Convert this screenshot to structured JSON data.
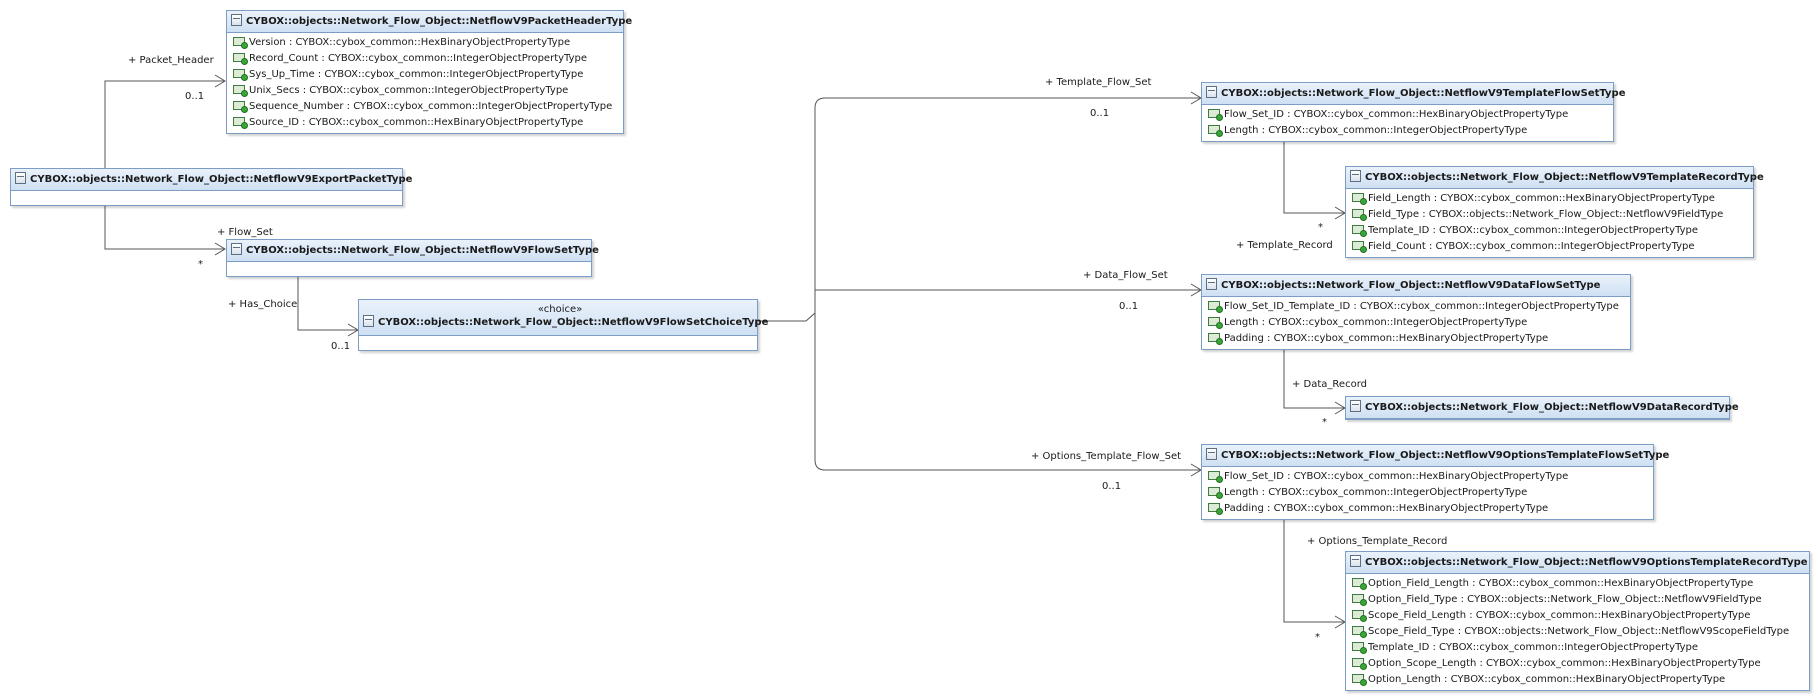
{
  "colors": {
    "header_top": "#eaf2fb",
    "header_bottom": "#cfe0f3",
    "border": "#7c9ec4",
    "line": "#555555"
  },
  "classes": {
    "packet_header": {
      "name": "CYBOX::objects::Network_Flow_Object::NetflowV9PacketHeaderType",
      "attributes": [
        "Version : CYBOX::cybox_common::HexBinaryObjectPropertyType",
        "Record_Count : CYBOX::cybox_common::IntegerObjectPropertyType",
        "Sys_Up_Time : CYBOX::cybox_common::IntegerObjectPropertyType",
        "Unix_Secs : CYBOX::cybox_common::IntegerObjectPropertyType",
        "Sequence_Number : CYBOX::cybox_common::IntegerObjectPropertyType",
        "Source_ID : CYBOX::cybox_common::HexBinaryObjectPropertyType"
      ]
    },
    "export_packet": {
      "name": "CYBOX::objects::Network_Flow_Object::NetflowV9ExportPacketType"
    },
    "flow_set": {
      "name": "CYBOX::objects::Network_Flow_Object::NetflowV9FlowSetType"
    },
    "flow_set_choice": {
      "stereotype": "«choice»",
      "name": "CYBOX::objects::Network_Flow_Object::NetflowV9FlowSetChoiceType"
    },
    "template_flow_set": {
      "name": "CYBOX::objects::Network_Flow_Object::NetflowV9TemplateFlowSetType",
      "attributes": [
        "Flow_Set_ID : CYBOX::cybox_common::HexBinaryObjectPropertyType",
        "Length : CYBOX::cybox_common::IntegerObjectPropertyType"
      ]
    },
    "template_record": {
      "name": "CYBOX::objects::Network_Flow_Object::NetflowV9TemplateRecordType",
      "attributes": [
        "Field_Length : CYBOX::cybox_common::HexBinaryObjectPropertyType",
        "Field_Type : CYBOX::objects::Network_Flow_Object::NetflowV9FieldType",
        "Template_ID : CYBOX::cybox_common::IntegerObjectPropertyType",
        "Field_Count : CYBOX::cybox_common::IntegerObjectPropertyType"
      ]
    },
    "data_flow_set": {
      "name": "CYBOX::objects::Network_Flow_Object::NetflowV9DataFlowSetType",
      "attributes": [
        "Flow_Set_ID_Template_ID : CYBOX::cybox_common::IntegerObjectPropertyType",
        "Length : CYBOX::cybox_common::IntegerObjectPropertyType",
        "Padding : CYBOX::cybox_common::HexBinaryObjectPropertyType"
      ]
    },
    "data_record": {
      "name": "CYBOX::objects::Network_Flow_Object::NetflowV9DataRecordType"
    },
    "options_template_flow_set": {
      "name": "CYBOX::objects::Network_Flow_Object::NetflowV9OptionsTemplateFlowSetType",
      "attributes": [
        "Flow_Set_ID : CYBOX::cybox_common::HexBinaryObjectPropertyType",
        "Length : CYBOX::cybox_common::IntegerObjectPropertyType",
        "Padding : CYBOX::cybox_common::HexBinaryObjectPropertyType"
      ]
    },
    "options_template_record": {
      "name": "CYBOX::objects::Network_Flow_Object::NetflowV9OptionsTemplateRecordType",
      "attributes": [
        "Option_Field_Length : CYBOX::cybox_common::HexBinaryObjectPropertyType",
        "Option_Field_Type : CYBOX::objects::Network_Flow_Object::NetflowV9FieldType",
        "Scope_Field_Length : CYBOX::cybox_common::HexBinaryObjectPropertyType",
        "Scope_Field_Type : CYBOX::objects::Network_Flow_Object::NetflowV9ScopeFieldType",
        "Template_ID : CYBOX::cybox_common::IntegerObjectPropertyType",
        "Option_Scope_Length : CYBOX::cybox_common::HexBinaryObjectPropertyType",
        "Option_Length : CYBOX::cybox_common::HexBinaryObjectPropertyType"
      ]
    }
  },
  "associations": {
    "packet_header": {
      "role": "+ Packet_Header",
      "multiplicity": "0..1"
    },
    "flow_set": {
      "role": "+ Flow_Set",
      "multiplicity": "*"
    },
    "has_choice": {
      "role": "+ Has_Choice",
      "multiplicity": "0..1"
    },
    "template_flow_set": {
      "role": "+ Template_Flow_Set",
      "multiplicity": "0..1"
    },
    "template_record": {
      "role": "+ Template_Record",
      "multiplicity": "*"
    },
    "data_flow_set": {
      "role": "+ Data_Flow_Set",
      "multiplicity": "0..1"
    },
    "data_record": {
      "role": "+ Data_Record",
      "multiplicity": "*"
    },
    "options_template_flow_set": {
      "role": "+ Options_Template_Flow_Set",
      "multiplicity": "0..1"
    },
    "options_template_record": {
      "role": "+ Options_Template_Record",
      "multiplicity": "*"
    }
  }
}
